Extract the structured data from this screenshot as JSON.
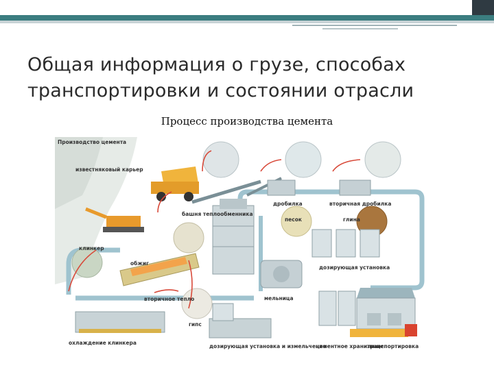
{
  "slide": {
    "title": "Общая информация о грузе, способах транспортировки и состоянии отрасли",
    "subtitle": "Процесс производства цемента"
  },
  "diagram": {
    "labels": {
      "header": "Производство цемента",
      "quarry": "известняковый карьер",
      "crusher": "дробилка",
      "secondary_crusher": "вторичная дробилка",
      "tower": "башня теплообменника",
      "clinker": "клинкер",
      "firing": "обжиг",
      "secondary_heat": "вторичное тепло",
      "cooling": "охлаждение клинкера",
      "dosing": "дозирующая установка",
      "mill": "мельница",
      "gypsum": "гипс",
      "dosing_grinding": "дозирующая установка и измельчение",
      "storage": "цементное хранилище",
      "transport": "транспортировка",
      "small1": "песок",
      "small2": "глина"
    }
  }
}
